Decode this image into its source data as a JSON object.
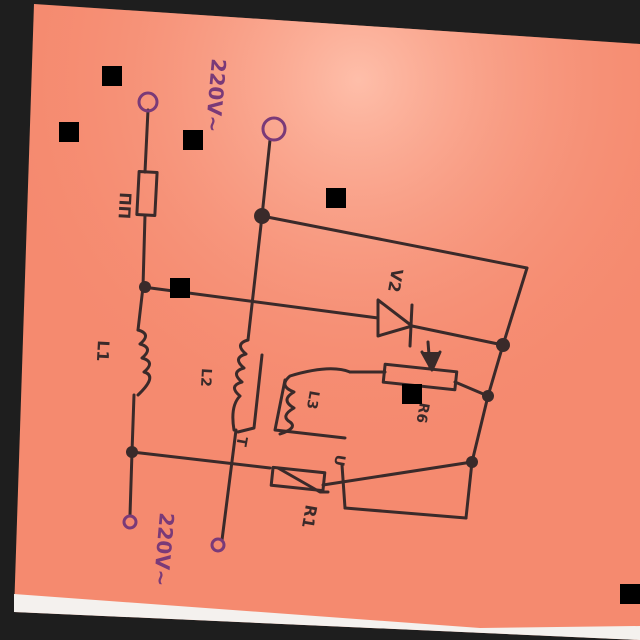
{
  "labels": {
    "fuse": "ПП",
    "choke1": "L1",
    "choke2": "L2",
    "choke3": "L3",
    "diode": "V2",
    "resistor": "R6",
    "varistor": "R1",
    "terminal_u": "U",
    "terminal_t": "T",
    "input_top": "220V~",
    "input_bottom": "220V~"
  },
  "colors": {
    "paper": "#f58a6f",
    "ink": "#3a2a2a",
    "purple_ink": "#7a3a78",
    "background": "#1e1e1e"
  }
}
